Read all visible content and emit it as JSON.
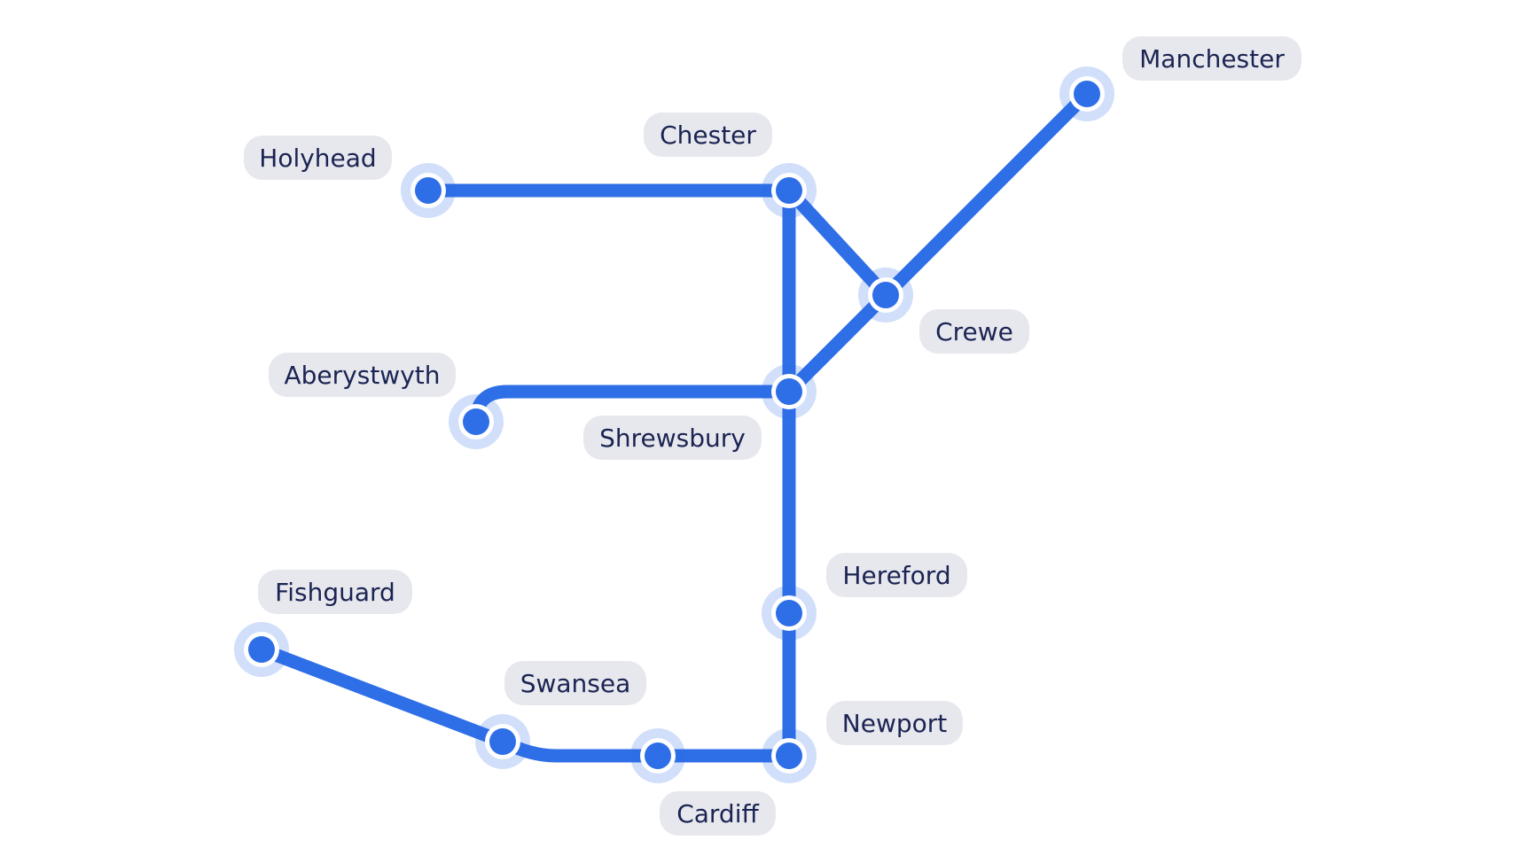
{
  "colors": {
    "line": "#2e6ee6",
    "station": "#2e6ee6",
    "halo": "#2e6ee6",
    "label_bg": "#e7e8ee",
    "label_text": "#1b2452"
  },
  "stations": [
    {
      "id": "holyhead",
      "name": "Holyhead"
    },
    {
      "id": "chester",
      "name": "Chester"
    },
    {
      "id": "manchester",
      "name": "Manchester"
    },
    {
      "id": "crewe",
      "name": "Crewe"
    },
    {
      "id": "aberystwyth",
      "name": "Aberystwyth"
    },
    {
      "id": "shrewsbury",
      "name": "Shrewsbury"
    },
    {
      "id": "hereford",
      "name": "Hereford"
    },
    {
      "id": "fishguard",
      "name": "Fishguard"
    },
    {
      "id": "swansea",
      "name": "Swansea"
    },
    {
      "id": "cardiff",
      "name": "Cardiff"
    },
    {
      "id": "newport",
      "name": "Newport"
    }
  ],
  "connections": [
    [
      "holyhead",
      "chester"
    ],
    [
      "chester",
      "crewe"
    ],
    [
      "crewe",
      "manchester"
    ],
    [
      "chester",
      "shrewsbury"
    ],
    [
      "crewe",
      "shrewsbury"
    ],
    [
      "aberystwyth",
      "shrewsbury"
    ],
    [
      "shrewsbury",
      "hereford"
    ],
    [
      "hereford",
      "newport"
    ],
    [
      "fishguard",
      "swansea"
    ],
    [
      "swansea",
      "cardiff"
    ],
    [
      "cardiff",
      "newport"
    ]
  ]
}
